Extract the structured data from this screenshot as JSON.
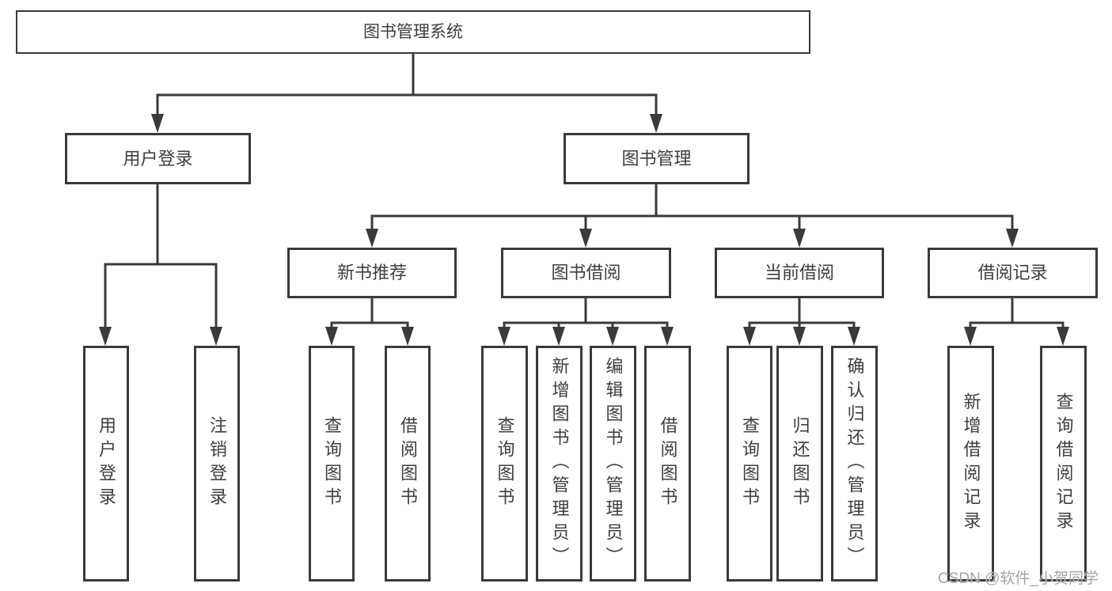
{
  "style": {
    "background": "#ffffff",
    "line_color": "#3a3a3a",
    "box_border_color": "#3a3a3a",
    "text_color": "#3e3e3e",
    "watermark_color": "#a3a3a3"
  },
  "tree": {
    "root": "图书管理系统",
    "user_login": {
      "label": "用户登录",
      "children": [
        "用户登录",
        "注销登录"
      ]
    },
    "book_mgmt": {
      "label": "图书管理",
      "children": {
        "new_books": {
          "label": "新书推荐",
          "children": [
            "查询图书",
            "借阅图书"
          ]
        },
        "borrowing": {
          "label": "图书借阅",
          "children": [
            "查询图书",
            "新增图书（管理员）",
            "编辑图书（管理员）",
            "借阅图书"
          ]
        },
        "current": {
          "label": "当前借阅",
          "children": [
            "查询图书",
            "归还图书",
            "确认归还（管理员）"
          ]
        },
        "records": {
          "label": "借阅记录",
          "children": [
            "新增借阅记录",
            "查询借阅记录"
          ]
        }
      }
    }
  },
  "watermark": "CSDN @软件_小贺同学"
}
